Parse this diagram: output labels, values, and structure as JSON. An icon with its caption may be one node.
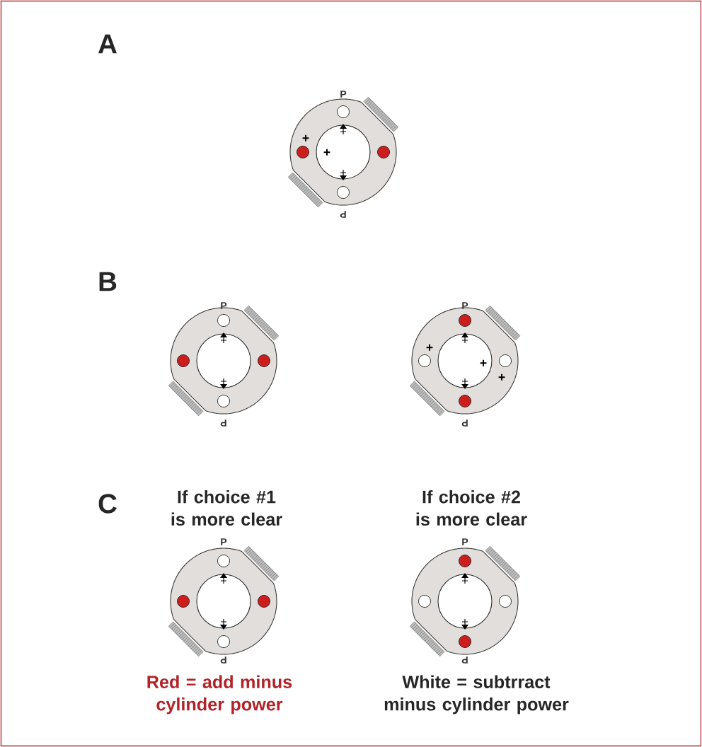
{
  "diagram": {
    "labels": [
      "A",
      "P",
      "+",
      "+",
      "P",
      "B",
      "P",
      "P",
      "+",
      "+",
      "+",
      "P",
      "P",
      "C",
      "If choice #1 is more clear",
      "If choice #2 is more clear",
      "P",
      "P",
      "P",
      "P",
      "Red = add minus cylinder power",
      "White = subtrract minus cylinder power"
    ]
  }
}
